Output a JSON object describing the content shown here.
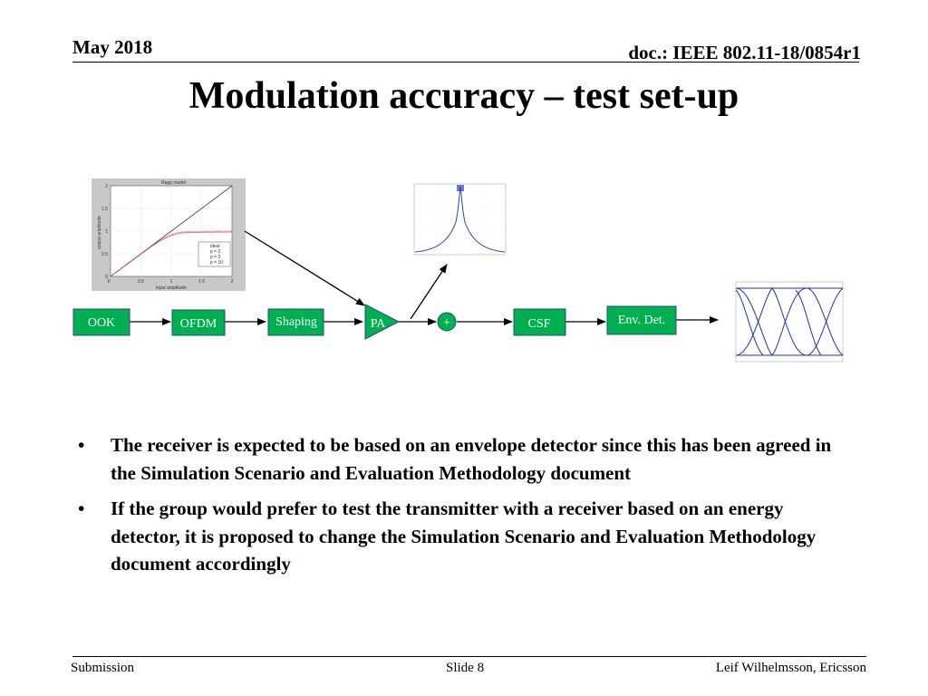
{
  "header": {
    "date": "May 2018",
    "doc": "doc.: IEEE 802.11-18/0854r1"
  },
  "title": "Modulation accuracy – test set-up",
  "diagram": {
    "blocks": {
      "ook": "OOK",
      "ofdm": "OFDM",
      "shaping": "Shaping",
      "pa": "PA",
      "sum": "+",
      "csf": "CSF",
      "env": "Env. Det."
    },
    "colors": {
      "block_fill": "#00b050",
      "block_text": "#ffffff"
    },
    "rapp_plot": {
      "title": "Rapp model",
      "xlabel": "input amplitude",
      "ylabel": "output amplitude",
      "xticks": [
        "0",
        "0.5",
        "1",
        "1.5",
        "2"
      ],
      "yticks": [
        "0",
        "0.5",
        "1",
        "1.5",
        "2"
      ],
      "legend": [
        "ideal",
        "p = 2",
        "p = 3",
        "p = 10"
      ]
    }
  },
  "bullets": [
    "The receiver is expected to be based on an envelope detector since this has been agreed in the Simulation Scenario and Evaluation Methodology document",
    "If the group would prefer to test the transmitter with a receiver based  on an energy detector, it is proposed to change the Simulation Scenario and Evaluation Methodology document accordingly"
  ],
  "footer": {
    "left": "Submission",
    "center": "Slide 8",
    "right": "Leif Wilhelmsson, Ericsson"
  }
}
